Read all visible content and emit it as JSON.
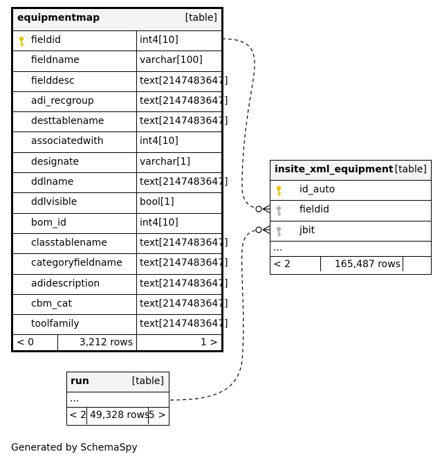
{
  "tables": {
    "equipmentmap": {
      "name": "equipmentmap",
      "type": "[table]",
      "columns": [
        {
          "name": "fieldid",
          "type": "int4[10]",
          "key": "primary"
        },
        {
          "name": "fieldname",
          "type": "varchar[100]"
        },
        {
          "name": "fielddesc",
          "type": "text[2147483647]"
        },
        {
          "name": "adi_recgroup",
          "type": "text[2147483647]"
        },
        {
          "name": "desttablename",
          "type": "text[2147483647]"
        },
        {
          "name": "associatedwith",
          "type": "int4[10]"
        },
        {
          "name": "designate",
          "type": "varchar[1]"
        },
        {
          "name": "ddlname",
          "type": "text[2147483647]"
        },
        {
          "name": "ddlvisible",
          "type": "bool[1]"
        },
        {
          "name": "bom_id",
          "type": "int4[10]"
        },
        {
          "name": "classtablename",
          "type": "text[2147483647]"
        },
        {
          "name": "categoryfieldname",
          "type": "text[2147483647]"
        },
        {
          "name": "adidescription",
          "type": "text[2147483647]"
        },
        {
          "name": "cbm_cat",
          "type": "text[2147483647]"
        },
        {
          "name": "toolfamily",
          "type": "text[2147483647]"
        }
      ],
      "footer": {
        "parents": "< 0",
        "rows": "3,212 rows",
        "children": "1 >"
      }
    },
    "insite_xml_equipment": {
      "name": "insite_xml_equipment",
      "type": "[table]",
      "columns": [
        {
          "name": "id_auto",
          "key": "primary"
        },
        {
          "name": "fieldid",
          "key": "foreign"
        },
        {
          "name": "jbit",
          "key": "foreign"
        }
      ],
      "ellipsis": "...",
      "footer": {
        "parents": "< 2",
        "rows": "165,487 rows",
        "children": ""
      }
    },
    "run": {
      "name": "run",
      "type": "[table]",
      "ellipsis": "...",
      "footer": {
        "parents": "< 2",
        "rows": "49,328 rows",
        "children": "5 >"
      }
    }
  },
  "colors": {
    "primary_key": "#e6c800",
    "foreign_key": "#b0b0b0",
    "header_bg": "#f4f4f4"
  },
  "footer_text": "Generated by SchemaSpy"
}
